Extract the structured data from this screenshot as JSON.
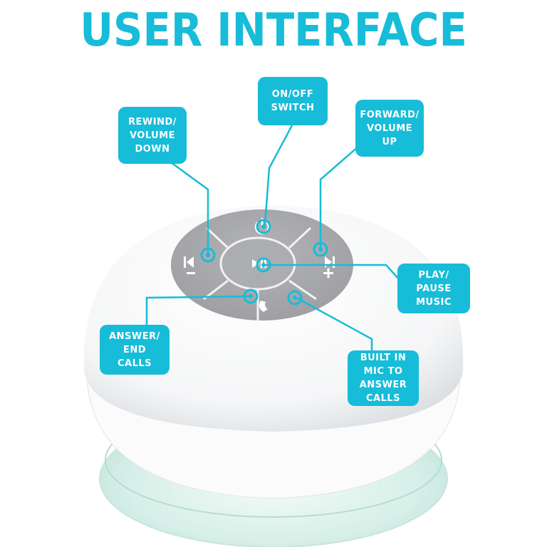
{
  "title": "USER INTERFACE",
  "colors": {
    "accent": "#17bcd8",
    "button_grey": "#a8a9ac",
    "speaker_body": "#ffffff",
    "suction_cup": "#d8f0ea"
  },
  "callouts": {
    "rewind": {
      "lines": [
        "REWIND/",
        "VOLUME",
        "DOWN"
      ]
    },
    "onoff": {
      "lines": [
        "ON/OFF",
        "SWITCH"
      ]
    },
    "forward": {
      "lines": [
        "FORWARD/",
        "VOLUME",
        "UP"
      ]
    },
    "play": {
      "lines": [
        "PLAY/",
        "PAUSE",
        "MUSIC"
      ]
    },
    "answer": {
      "lines": [
        "ANSWER/",
        "END",
        "CALLS"
      ]
    },
    "mic": {
      "lines": [
        "BUILT IN",
        "MIC TO",
        "ANSWER",
        "CALLS"
      ]
    }
  },
  "icons": {
    "power": "power-icon",
    "rewind": "rewind-minus-icon",
    "forward": "forward-plus-icon",
    "play": "play-pause-icon",
    "phone": "phone-icon",
    "mic": "mic-hole-icon"
  }
}
